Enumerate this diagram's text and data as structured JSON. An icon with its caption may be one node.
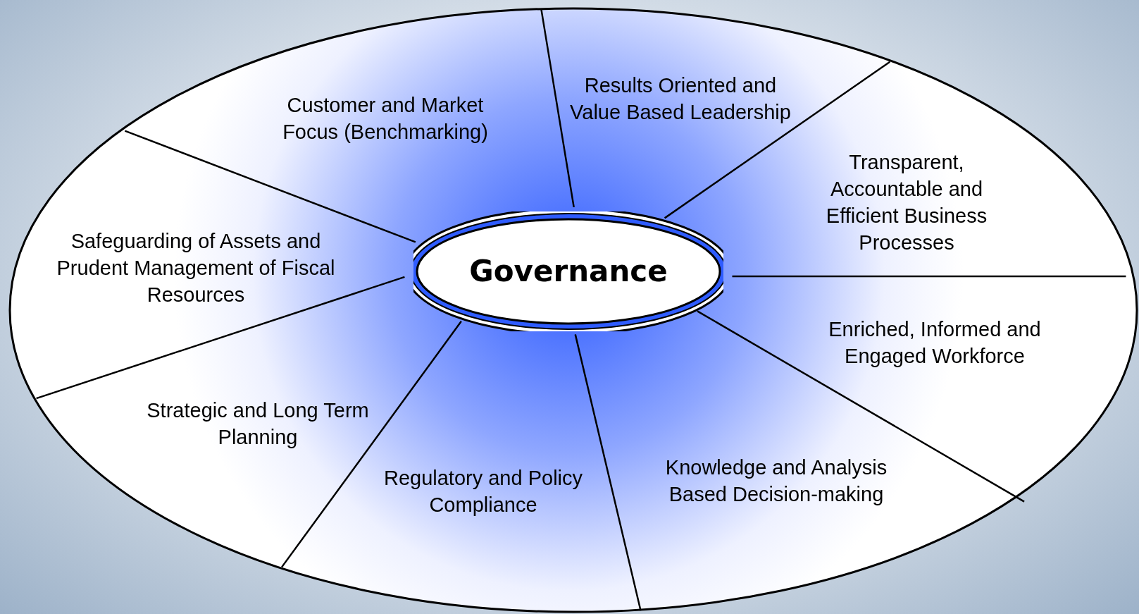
{
  "diagram": {
    "nodes": [
      {
        "text": [
          "Results Oriented and Value Based Leadership"
        ]
      },
      {
        "text": [
          "Customer and Market Focus (Benchmarking)"
        ]
      },
      {
        "text": [
          "Transparent, Accountable and Efficient Business Processes"
        ]
      },
      {
        "text": [
          "Safeguarding of Assets and Prudent Management of Fiscal Resources"
        ]
      },
      {
        "text": [
          "Governance"
        ]
      },
      {
        "text": [
          "Enriched, Informed and Engaged Workforce"
        ]
      },
      {
        "text": [
          "Strategic and Long Term Planning"
        ]
      },
      {
        "text": [
          "Knowledge and Analysis Based Decision-making"
        ]
      },
      {
        "text": [
          "Regulatory and Policy Compliance"
        ]
      }
    ]
  }
}
